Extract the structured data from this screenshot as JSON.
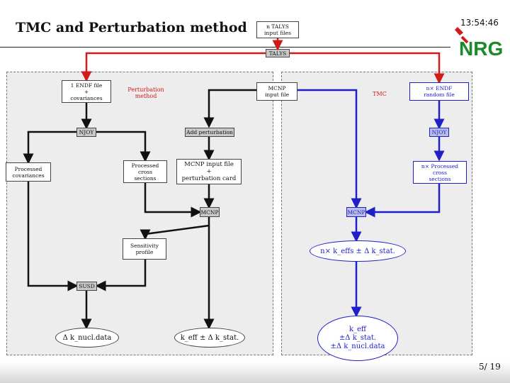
{
  "slide": {
    "title": "TMC and Perturbation method",
    "clock": "13:54:46",
    "page": "5/ 19"
  },
  "logo": {
    "text": "NRG"
  },
  "top": {
    "talys_input": [
      "n TALYS",
      "input files"
    ],
    "talys": "TALYS"
  },
  "perturbation": {
    "label": [
      "Perturbation",
      "method"
    ],
    "endf_box": [
      "1 ENDF file",
      "+",
      "covariances"
    ],
    "njoy": "NJOY",
    "processed_cov": [
      "Processed",
      "covariances"
    ],
    "processed_cross": [
      "Processed",
      "cross",
      "sections"
    ],
    "add_perturbation": "Add perturbation",
    "mcnp_input": [
      "MCNP input file",
      "+",
      "perturbation card"
    ],
    "mcnp": "MCNP",
    "sensitivity": [
      "Sensitivity",
      "profile"
    ],
    "susd": "SUSD",
    "out_nucl": "Δ k_nucl.data",
    "out_keff": "k_eff ± Δ k_stat."
  },
  "center": {
    "mcnp_input": [
      "MCNP",
      "input file"
    ]
  },
  "tmc": {
    "label": "TMC",
    "endf_box": [
      "n× ENDF",
      "random file"
    ],
    "njoy": "NJOY",
    "processed": [
      "n× Processed",
      "cross",
      "sections"
    ],
    "mcnp": "MCNP",
    "ellipse1": "n× k_effs ± Δ k_stat.",
    "ellipse2": [
      "k_eff",
      "±Δ k_stat.",
      "±Δ k_nucl.data"
    ]
  }
}
